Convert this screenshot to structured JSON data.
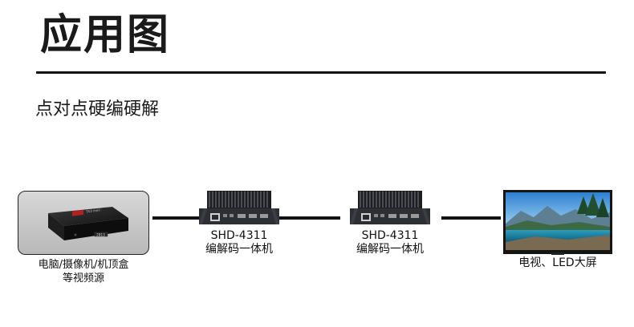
{
  "header": {
    "title": "应用图"
  },
  "diagram": {
    "subtitle": "点对点硬编硬解",
    "source": {
      "line1": "电脑/摄像机/机顶盒",
      "line2": "等视频源",
      "box_screen_text": "TX3 mini",
      "display_digits": "2013"
    },
    "encoder": {
      "model": "SHD-4311",
      "desc": "编解码一体机"
    },
    "decoder": {
      "model": "SHD-4311",
      "desc": "编解码一体机"
    },
    "display": {
      "label": "电视、LED大屏"
    }
  },
  "colors": {
    "line": "#111111",
    "source_panel": "#c9c9c9",
    "device_body": "#2c2f33",
    "device_fins": "#1c1e21",
    "tv_bezel": "#151515"
  }
}
